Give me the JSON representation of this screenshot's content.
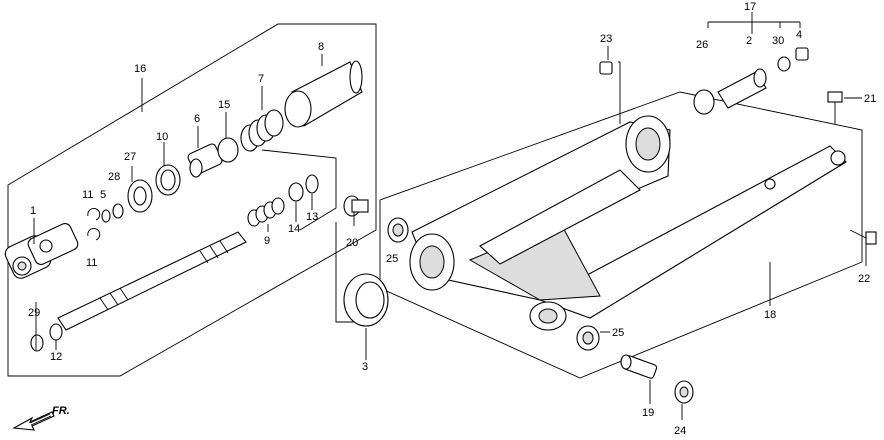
{
  "diagram": {
    "callouts": [
      "1",
      "2",
      "3",
      "4",
      "5",
      "6",
      "7",
      "8",
      "9",
      "10",
      "11",
      "11",
      "12",
      "13",
      "14",
      "15",
      "16",
      "17",
      "18",
      "19",
      "20",
      "21",
      "22",
      "23",
      "24",
      "25",
      "25",
      "26",
      "27",
      "28",
      "29",
      "30"
    ],
    "direction_label": "FR."
  }
}
